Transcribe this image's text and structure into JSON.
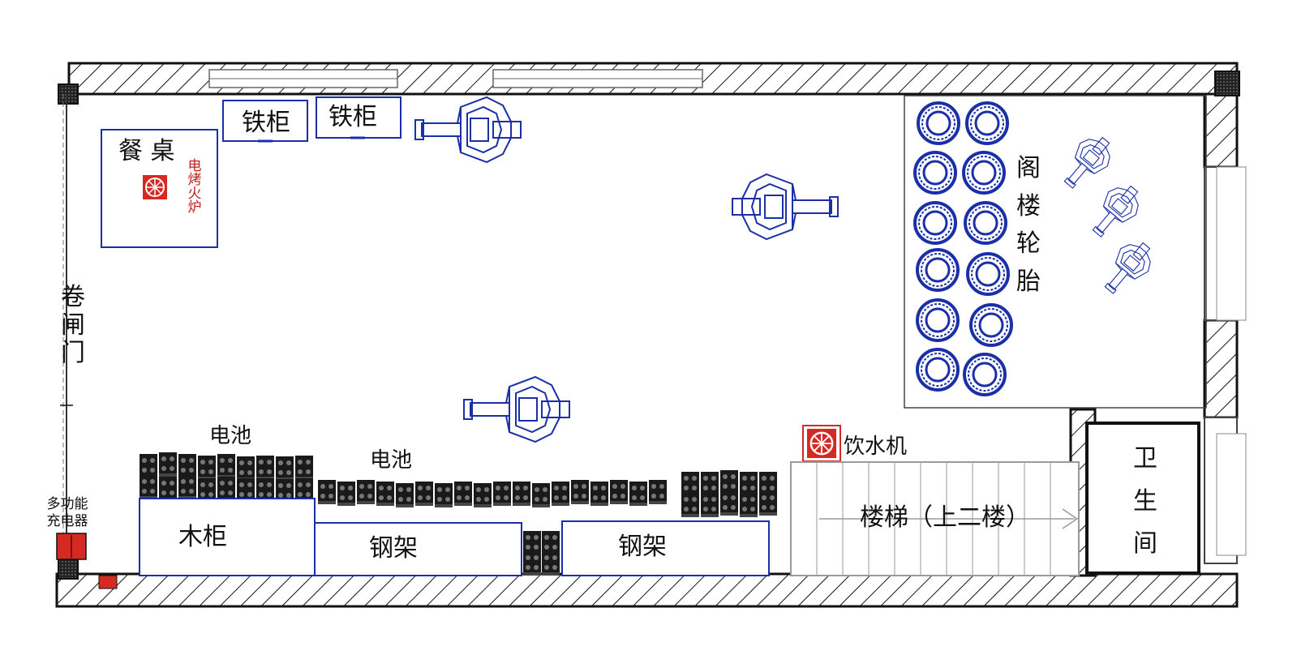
{
  "labels": {
    "dining_table": "餐 桌",
    "grill": "电烤火炉",
    "iron_cabinet_1": "铁柜",
    "iron_cabinet_2": "铁柜",
    "roller_door": "卷闸门",
    "attic_tires": "阁楼轮胎",
    "battery_1": "电池",
    "battery_2": "电池",
    "charger": "多功能充电器",
    "wood_cabinet": "木柜",
    "steel_rack_1": "钢架",
    "steel_rack_2": "钢架",
    "water_dispenser": "饮水机",
    "stairs": "楼梯（上二楼）",
    "restroom": "卫生间"
  },
  "colors": {
    "wall": "#111111",
    "furniture": "#1a2fa8",
    "accent_red": "#d42a22",
    "stairs": "#9a9a9a"
  },
  "icons": {
    "motorcycle": "motorcycle-icon",
    "tire": "tire-icon",
    "heater": "heater-icon"
  }
}
